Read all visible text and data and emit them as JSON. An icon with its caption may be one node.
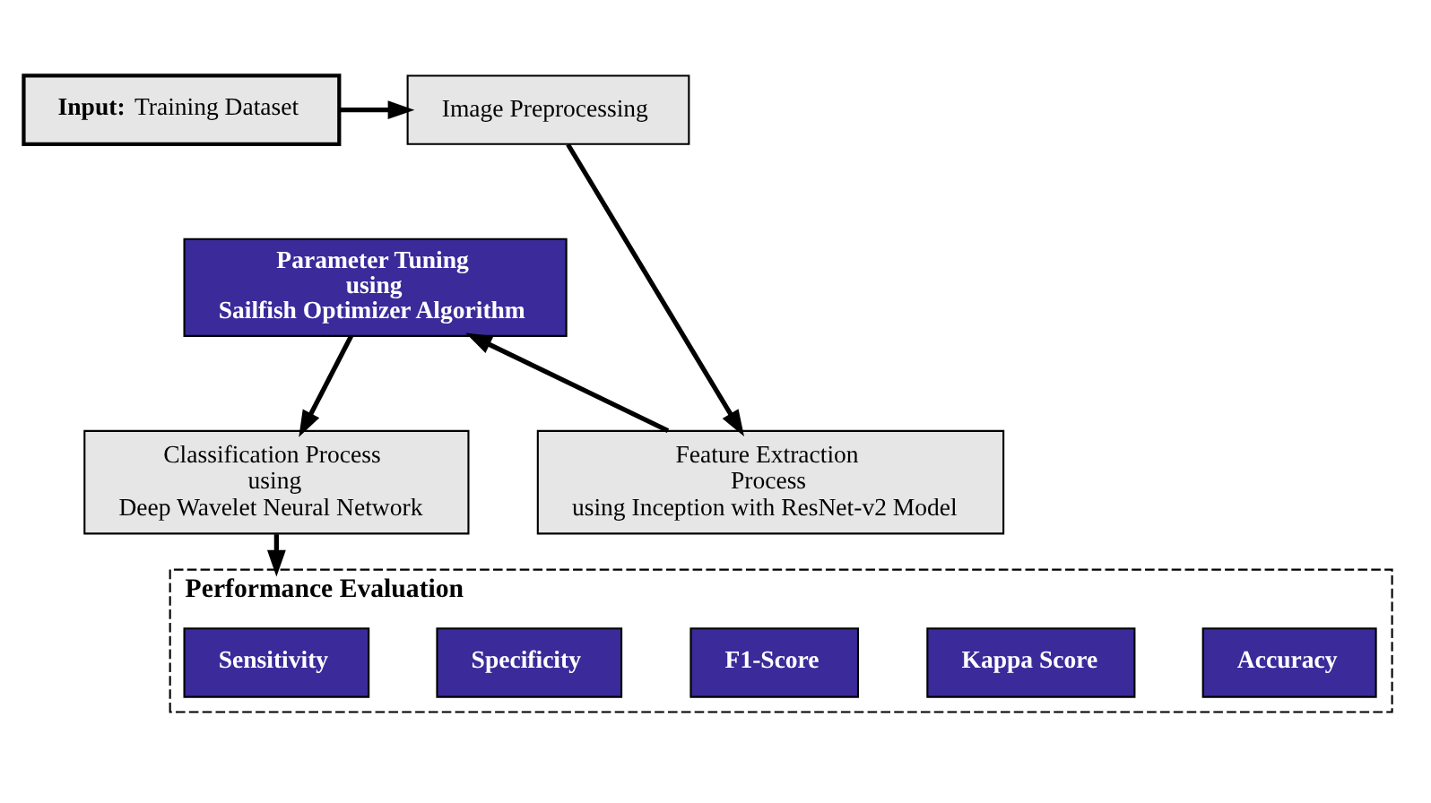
{
  "diagram": {
    "nodes": [
      {
        "text": [
          "**Input:** Training Dataset"
        ]
      },
      {
        "text": [
          "Image Preprocessing"
        ]
      },
      {
        "text": [
          "Parameter Tuning using Sailfish Optimizer Algorithm"
        ]
      },
      {
        "text": [
          "Feature Extraction Process using Inception with ResNet-v2 Model"
        ]
      },
      {
        "text": [
          "Classification Process using Deep Wavelet Neural Network"
        ]
      },
      {
        "text": [
          "Performance Evaluation"
        ]
      },
      {
        "text": [
          "Sensitivity"
        ],
        "in": 5
      },
      {
        "text": [
          "Specificity"
        ],
        "in": 5
      },
      {
        "text": [
          "F1-Score"
        ],
        "in": 5
      },
      {
        "text": [
          "Kappa Score"
        ],
        "in": 5
      },
      {
        "text": [
          "Accuracy"
        ],
        "in": 5
      }
    ],
    "edges": [
      {
        "from": 0,
        "to": 1,
        "arrow": "to"
      },
      {
        "from": 1,
        "to": 3,
        "arrow": "to"
      },
      {
        "from": 3,
        "to": 2,
        "arrow": "to"
      },
      {
        "from": 2,
        "to": 4,
        "arrow": "to"
      },
      {
        "from": 4,
        "to": 5,
        "arrow": "to"
      }
    ]
  }
}
